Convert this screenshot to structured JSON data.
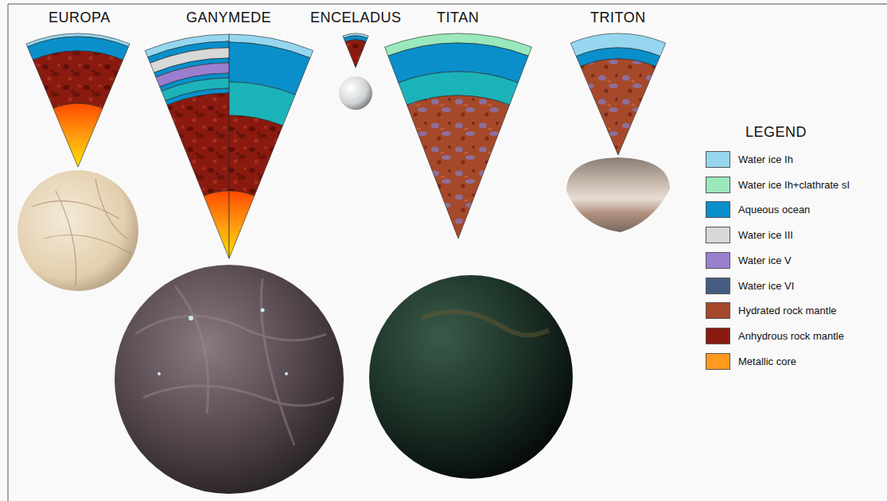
{
  "diagram": {
    "labels": [
      "EUROPA",
      "GANYMEDE",
      "ENCELADUS",
      "TITAN",
      "TRITON",
      "LEGEND"
    ],
    "legend": [
      {
        "text": "Water ice Ih",
        "color": "#96d6ef"
      },
      {
        "text": "Water ice Ih+clathrate sI",
        "color": "#9ae8bb"
      },
      {
        "text": "Aqueous ocean",
        "color": "#0a8fcb"
      },
      {
        "text": "Water ice III",
        "color": "#d8d8d8"
      },
      {
        "text": "Water ice V",
        "color": "#9a7fcf"
      },
      {
        "text": "Water ice VI",
        "color": "#465c80"
      },
      {
        "text": "Hydrated rock mantle",
        "color": "#a5492a"
      },
      {
        "text": "Anhydrous rock mantle",
        "color": "#8a1a10"
      },
      {
        "text": "Metallic core",
        "color": "#ff9a1e"
      }
    ]
  }
}
